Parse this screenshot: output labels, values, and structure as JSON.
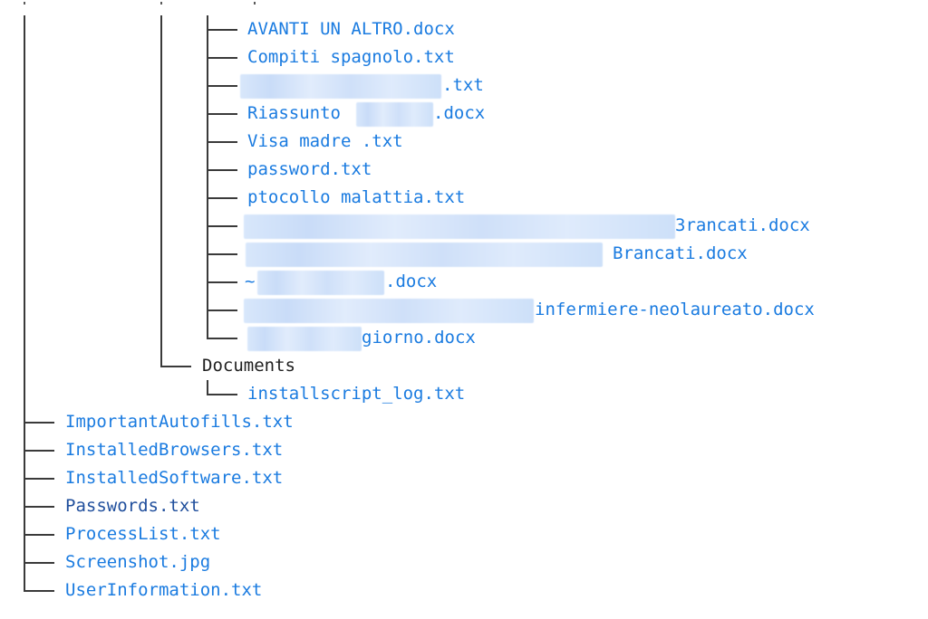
{
  "colors": {
    "file": "#1a7be0",
    "directory": "#1e1e1e",
    "highlighted_file": "#1f4e9c",
    "tree_lines": "#3a3a3a",
    "redaction": "#d6e6fb"
  },
  "tree": {
    "nested_files": [
      {
        "name": "AVANTI UN ALTRO.docx",
        "prefix": "",
        "redacted": false
      },
      {
        "name": "Compiti spagnolo.txt",
        "prefix": "",
        "redacted": false
      },
      {
        "name": ".txt",
        "prefix": "",
        "redacted": true
      },
      {
        "name": ".docx",
        "prefix": "Riassunto ",
        "redacted": true
      },
      {
        "name": "Visa madre .txt",
        "prefix": "",
        "redacted": false
      },
      {
        "name": "password.txt",
        "prefix": "",
        "redacted": false
      },
      {
        "name": "ptocollo malattia.txt",
        "prefix": "",
        "redacted": false
      },
      {
        "name": "3rancati.docx",
        "prefix": "",
        "redacted": true
      },
      {
        "name": "Brancati.docx",
        "prefix": "",
        "redacted": true
      },
      {
        "name": ".docx",
        "prefix": "~",
        "redacted": true
      },
      {
        "name": "infermiere-neolaureato.docx",
        "prefix": "",
        "redacted": true
      },
      {
        "name": "giorno.docx",
        "prefix": "",
        "redacted": true
      }
    ],
    "documents_folder": "Documents",
    "documents_files": [
      "installscript_log.txt"
    ],
    "root_files": [
      "ImportantAutofills.txt",
      "InstalledBrowsers.txt",
      "InstalledSoftware.txt",
      "Passwords.txt",
      "ProcessList.txt",
      "Screenshot.jpg",
      "UserInformation.txt"
    ]
  }
}
